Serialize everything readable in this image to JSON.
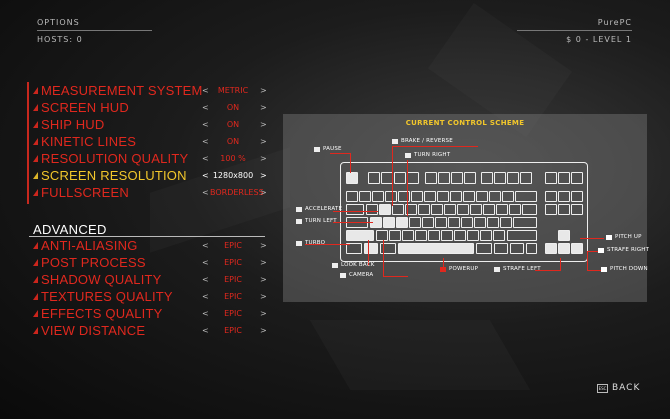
{
  "header": {
    "title": "OPTIONS",
    "hosts": "HOSTS: 0",
    "player": "PurePC",
    "level": "$ 0 - LEVEL 1"
  },
  "settings": [
    {
      "label": "MEASUREMENT SYSTEM",
      "value": "METRIC"
    },
    {
      "label": "SCREEN HUD",
      "value": "ON"
    },
    {
      "label": "SHIP HUD",
      "value": "ON"
    },
    {
      "label": "KINETIC LINES",
      "value": "ON"
    },
    {
      "label": "RESOLUTION QUALITY",
      "value": "100 %"
    },
    {
      "label": "SCREEN RESOLUTION",
      "value": "1280x800"
    },
    {
      "label": "FULLSCREEN",
      "value": "BORDERLESS"
    }
  ],
  "advanced": {
    "title": "ADVANCED",
    "items": [
      {
        "label": "ANTI-ALIASING",
        "value": "EPIC"
      },
      {
        "label": "POST PROCESS",
        "value": "EPIC"
      },
      {
        "label": "SHADOW QUALITY",
        "value": "EPIC"
      },
      {
        "label": "TEXTURES QUALITY",
        "value": "EPIC"
      },
      {
        "label": "EFFECTS QUALITY",
        "value": "EPIC"
      },
      {
        "label": "VIEW DISTANCE",
        "value": "EPIC"
      }
    ]
  },
  "arrows": {
    "left": "<",
    "right": ">"
  },
  "controls": {
    "title": "CURRENT CONTROL SCHEME",
    "pause": "PAUSE",
    "brake": "BRAKE / REVERSE",
    "turn_right": "TURN RIGHT",
    "accelerate": "ACCELERATE",
    "turn_left": "TURN LEFT",
    "turbo": "TURBO",
    "look_back": "LOOK BACK",
    "camera": "CAMERA",
    "powerup": "POWERUP",
    "strafe_left": "STRAFE LEFT",
    "pitch_up": "PITCH UP",
    "strafe_right": "STRAFE RIGHT",
    "pitch_down": "PITCH DOWN"
  },
  "footer": {
    "esc": "ESC",
    "back": "BACK"
  },
  "colors": {
    "accent_red": "#e0281e",
    "selected_yellow": "#f2c72b"
  }
}
